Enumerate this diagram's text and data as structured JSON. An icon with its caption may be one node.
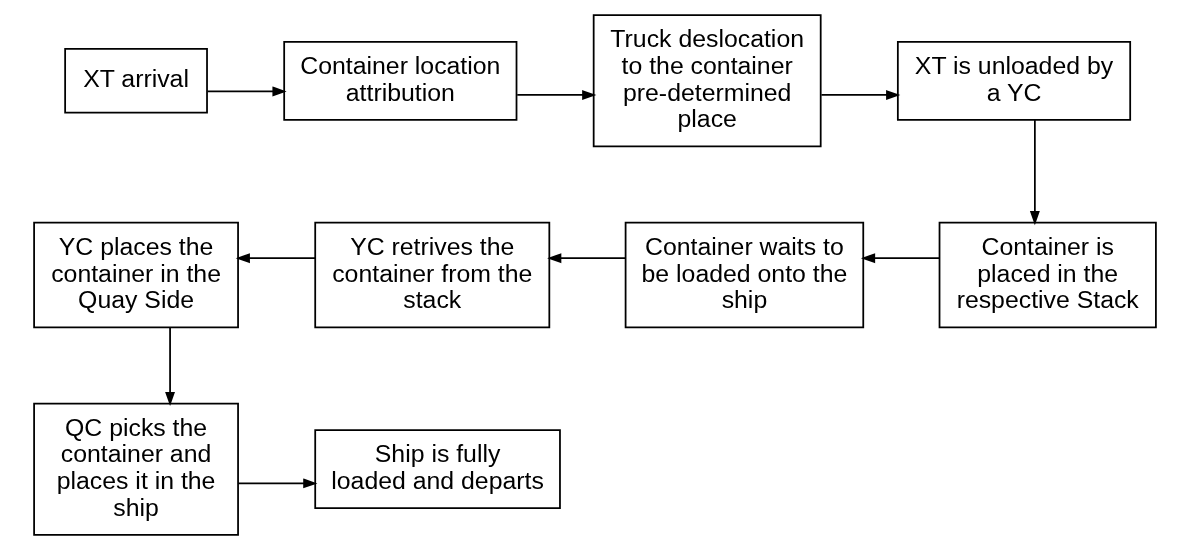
{
  "diagram": {
    "nodes": [
      {
        "text": [
          "XT arrival"
        ]
      },
      {
        "text": [
          "Container location attribution"
        ]
      },
      {
        "text": [
          "Truck deslocation to the container pre-determined place"
        ]
      },
      {
        "text": [
          "XT is unloaded by a YC"
        ]
      },
      {
        "text": [
          "Container is placed in the respective Stack"
        ]
      },
      {
        "text": [
          "Container waits to be loaded onto the ship"
        ]
      },
      {
        "text": [
          "YC retrives the container from the stack"
        ]
      },
      {
        "text": [
          "YC places the container in the Quay Side"
        ]
      },
      {
        "text": [
          "QC picks the container and places it in the ship"
        ]
      },
      {
        "text": [
          "Ship is fully loaded and departs"
        ]
      }
    ],
    "edges": [
      {
        "from": 0,
        "to": 1,
        "arrow": "to"
      },
      {
        "from": 1,
        "to": 2,
        "arrow": "to"
      },
      {
        "from": 2,
        "to": 3,
        "arrow": "to"
      },
      {
        "from": 3,
        "to": 4,
        "arrow": "to"
      },
      {
        "from": 4,
        "to": 5,
        "arrow": "to"
      },
      {
        "from": 5,
        "to": 6,
        "arrow": "to"
      },
      {
        "from": 6,
        "to": 7,
        "arrow": "to"
      },
      {
        "from": 7,
        "to": 8,
        "arrow": "to"
      },
      {
        "from": 8,
        "to": 9,
        "arrow": "to"
      }
    ]
  }
}
